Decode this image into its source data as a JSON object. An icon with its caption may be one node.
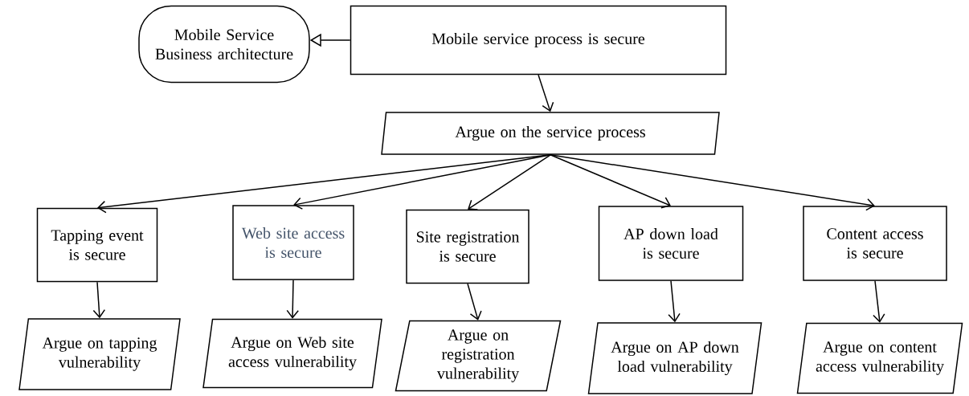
{
  "diagram": {
    "nodes": [
      {
        "text": [
          "Mobile Service Business architecture"
        ]
      },
      {
        "text": [
          "Mobile service process is secure"
        ]
      },
      {
        "text": [
          "Argue on the service process"
        ]
      },
      {
        "text": [
          "Tapping event is secure"
        ]
      },
      {
        "text": [
          "Web site access is secure"
        ]
      },
      {
        "text": [
          "Site registration is secure"
        ]
      },
      {
        "text": [
          "AP down load is secure"
        ]
      },
      {
        "text": [
          "Content access is secure"
        ]
      },
      {
        "text": [
          "Argue on tapping vulnerability"
        ]
      },
      {
        "text": [
          "Argue on Web site access vulnerability"
        ]
      },
      {
        "text": [
          "Argue on registration vulnerability"
        ]
      },
      {
        "text": [
          "Argue on AP down load vulnerability"
        ]
      },
      {
        "text": [
          "Argue on content access vulnerability"
        ]
      }
    ],
    "edges": [
      {
        "from": 1,
        "to": 0,
        "arrow": "to"
      },
      {
        "from": 1,
        "to": 2,
        "arrow": "to"
      },
      {
        "from": 2,
        "to": 3,
        "arrow": "to"
      },
      {
        "from": 2,
        "to": 4,
        "arrow": "to"
      },
      {
        "from": 2,
        "to": 5,
        "arrow": "to"
      },
      {
        "from": 2,
        "to": 6,
        "arrow": "to"
      },
      {
        "from": 2,
        "to": 7,
        "arrow": "to"
      },
      {
        "from": 3,
        "to": 8,
        "arrow": "to"
      },
      {
        "from": 4,
        "to": 9,
        "arrow": "to"
      },
      {
        "from": 5,
        "to": 10,
        "arrow": "to"
      },
      {
        "from": 6,
        "to": 11,
        "arrow": "to"
      },
      {
        "from": 7,
        "to": 12,
        "arrow": "to"
      }
    ]
  }
}
